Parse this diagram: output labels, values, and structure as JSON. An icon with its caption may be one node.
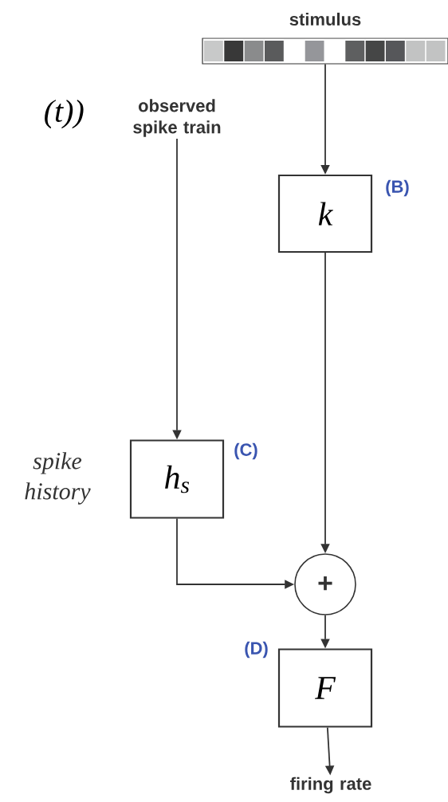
{
  "diagram": {
    "nodes": [
      {
        "text": [
          "stimulus"
        ]
      },
      {
        "text": [
          "observed spike train"
        ]
      },
      {
        "text": [
          "k"
        ],
        "beside": [
          "(B)"
        ]
      },
      {
        "text": [
          "*h*$_{s}$"
        ],
        "beside": [
          "(C)",
          "spike history"
        ]
      },
      {
        "text": [
          "+"
        ]
      },
      {
        "text": [
          "F"
        ],
        "beside": [
          "(D)"
        ]
      },
      {
        "text": [
          "firing rate"
        ]
      }
    ],
    "edges": [
      {
        "from": 0,
        "to": 2,
        "arrow": "to"
      },
      {
        "from": 1,
        "to": 3,
        "arrow": "to"
      },
      {
        "from": 2,
        "to": 4,
        "arrow": "to"
      },
      {
        "from": 3,
        "to": 4,
        "arrow": "to"
      },
      {
        "from": 4,
        "to": 5,
        "arrow": "to"
      },
      {
        "from": 5,
        "to": 6,
        "arrow": "to"
      }
    ],
    "labels": [
      "(t))"
    ]
  }
}
